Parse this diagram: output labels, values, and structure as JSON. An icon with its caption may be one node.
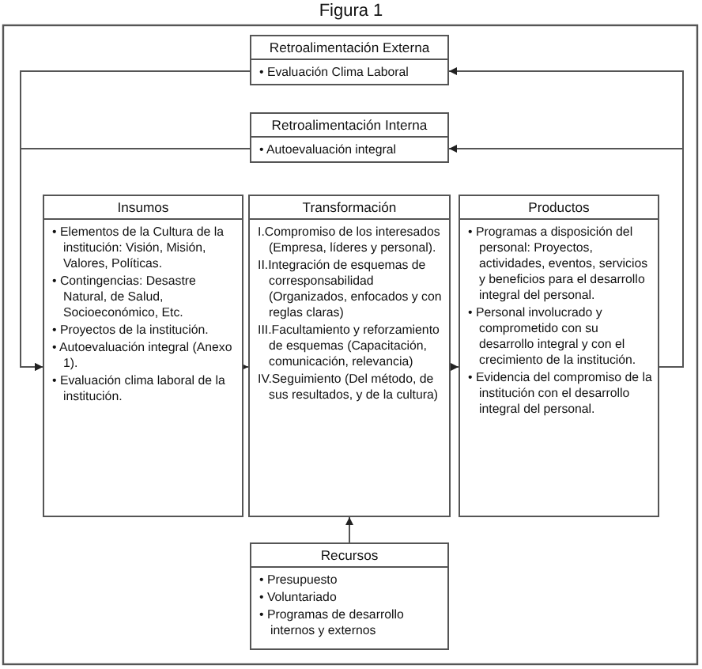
{
  "diagram": {
    "title": "Figura 1",
    "nodes": [
      {
        "text": [
          "Retroalimentación Externa",
          "• Evaluación Clima Laboral"
        ]
      },
      {
        "text": [
          "Retroalimentación Interna",
          "• Autoevaluación integral"
        ]
      },
      {
        "text": [
          "Insumos",
          "• Elementos de la Cultura de la institución: Visión, Misión, Valores, Políticas.",
          "• Contingencias: Desastre Natural, de Salud, Socioeconómico, Etc.",
          "• Proyectos de la institución.",
          "• Autoevaluación integral (Anexo 1).",
          "• Evaluación clima laboral de la institución."
        ]
      },
      {
        "text": [
          "Transformación",
          "I.Compromiso de los interesados (Empresa, líderes y personal).",
          "II.Integración de esquemas de corresponsabilidad (Organizados, enfocados y con reglas claras)",
          "III.Facultamiento y reforzamiento de esquemas (Capacitación, comunicación, relevancia)",
          "IV.Seguimiento (Del método, de sus resultados, y de la cultura)"
        ]
      },
      {
        "text": [
          "Productos",
          "• Programas a disposición del personal: Proyectos, actividades, eventos, servicios y beneficios para el desarrollo integral del personal.",
          "• Personal involucrado y comprometido con su desarrollo integral y con el crecimiento de la institución.",
          "• Evidencia del compromiso de la institución con el desarrollo integral del personal."
        ]
      },
      {
        "text": [
          "Recursos",
          "• Presupuesto",
          "• Voluntariado",
          "• Programas de desarrollo internos y externos"
        ]
      }
    ],
    "edges": [
      {
        "from": 2,
        "to": 3,
        "arrow": "to"
      },
      {
        "from": 3,
        "to": 4,
        "arrow": "to"
      },
      {
        "from": 5,
        "to": 3,
        "arrow": "to"
      },
      {
        "from": 4,
        "to": 0,
        "arrow": "to"
      },
      {
        "from": 4,
        "to": 1,
        "arrow": "to"
      },
      {
        "from": 0,
        "to": 2,
        "arrow": "to"
      },
      {
        "from": 1,
        "to": 2,
        "arrow": "to"
      }
    ]
  }
}
